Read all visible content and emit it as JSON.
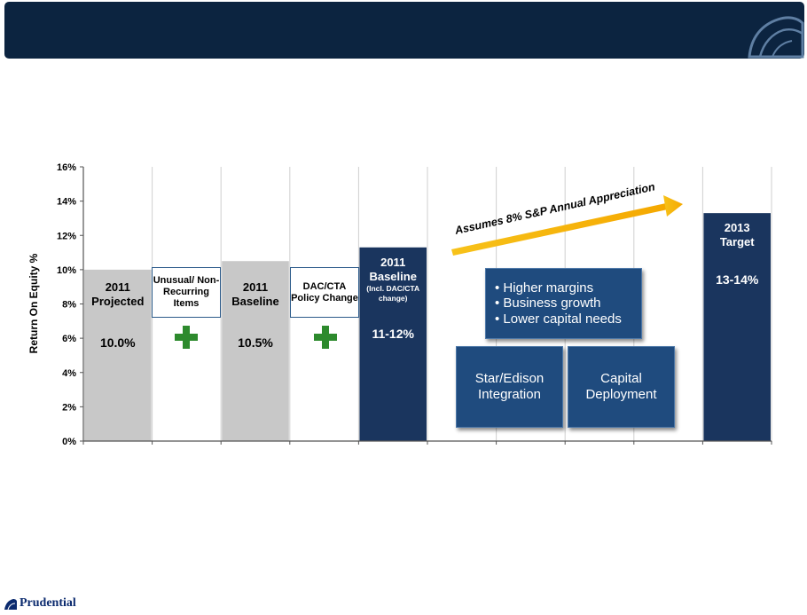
{
  "chart_data": {
    "type": "bar",
    "ylabel": "Return On Equity %",
    "ylim": [
      0,
      16
    ],
    "yticks": [
      "0%",
      "2%",
      "4%",
      "6%",
      "8%",
      "10%",
      "12%",
      "14%",
      "16%"
    ],
    "bars": [
      {
        "slot": 0,
        "value": 10.0,
        "color": "#c8c8c8",
        "label": [
          "2011",
          "Projected"
        ],
        "value_label": "10.0%"
      },
      {
        "slot": 2,
        "value": 10.5,
        "color": "#c8c8c8",
        "label": [
          "2011",
          "Baseline"
        ],
        "value_label": "10.5%"
      },
      {
        "slot": 4,
        "value": 11.3,
        "color": "#1a355e",
        "label": [
          "2011",
          "Baseline"
        ],
        "sublabel": [
          "(Incl. DAC/CTA",
          "change)"
        ],
        "value_label": "11-12%"
      },
      {
        "slot": 9,
        "value": 13.3,
        "color": "#1a355e",
        "label": [
          "2013",
          "Target"
        ],
        "value_label": "13-14%"
      }
    ],
    "slots": 10
  },
  "callouts": {
    "unusual": "Unusual/ Non-Recurring Items",
    "dac": "DAC/CTA Policy Change"
  },
  "arrow_text": "Assumes 8% S&P Annual Appreciation",
  "drivers": {
    "bullets": [
      "Higher margins",
      "Business growth",
      "Lower capital needs"
    ],
    "integration": "Star/Edison Integration",
    "deployment": "Capital Deployment"
  },
  "footer": {
    "brand": "Prudential"
  },
  "colors": {
    "header": "#0c2440",
    "grey_bar": "#c8c8c8",
    "navy_bar": "#1a355e",
    "plus": "#2d8a2d"
  }
}
